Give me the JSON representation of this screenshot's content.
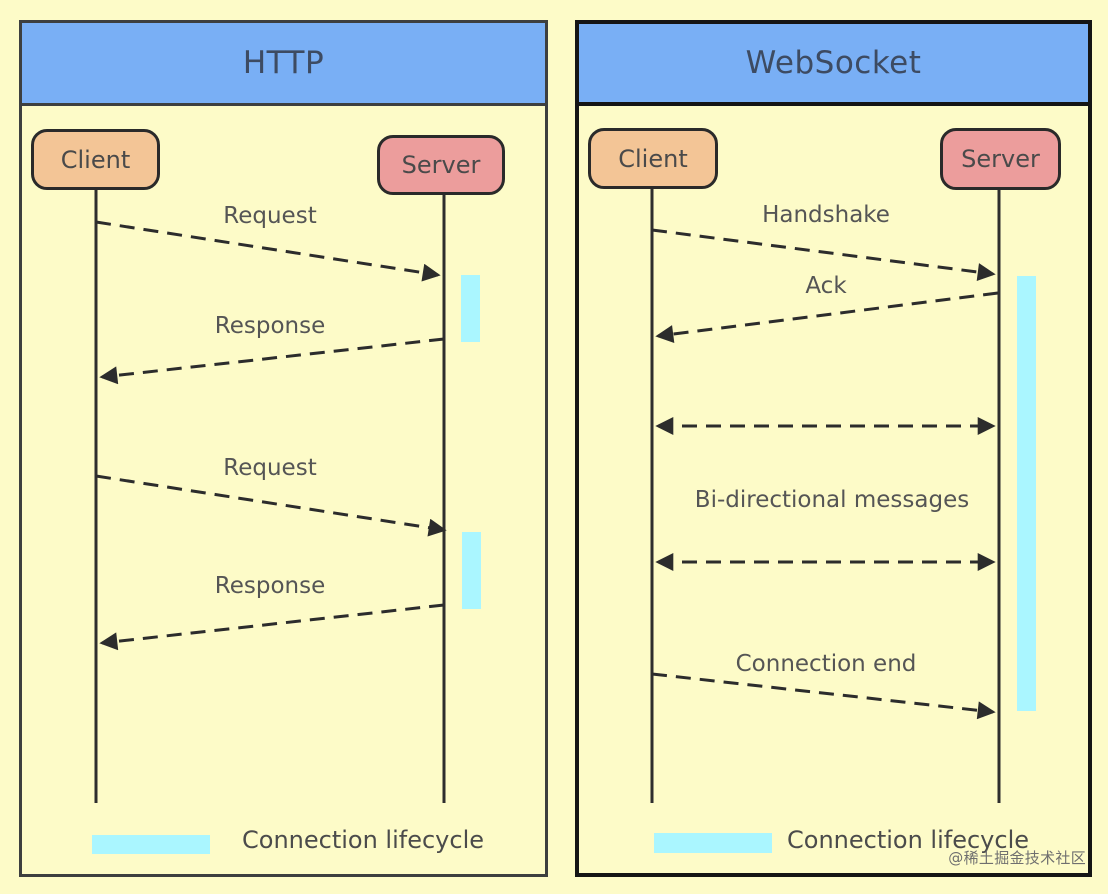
{
  "http_panel": {
    "title": "HTTP",
    "client_label": "Client",
    "server_label": "Server",
    "messages": [
      "Request",
      "Response",
      "Request",
      "Response"
    ],
    "legend": "Connection lifecycle"
  },
  "ws_panel": {
    "title": "WebSocket",
    "client_label": "Client",
    "server_label": "Server",
    "messages": {
      "handshake": "Handshake",
      "ack": "Ack",
      "bidirectional": "Bi-directional messages",
      "end": "Connection end"
    },
    "legend": "Connection lifecycle"
  },
  "watermark": "@稀土掘金技术社区",
  "colors": {
    "background": "#fdfbc8",
    "header": "#79aff5",
    "client": "#f3c596",
    "server": "#ec9d9c",
    "lifecycle": "#aaf6ff"
  }
}
